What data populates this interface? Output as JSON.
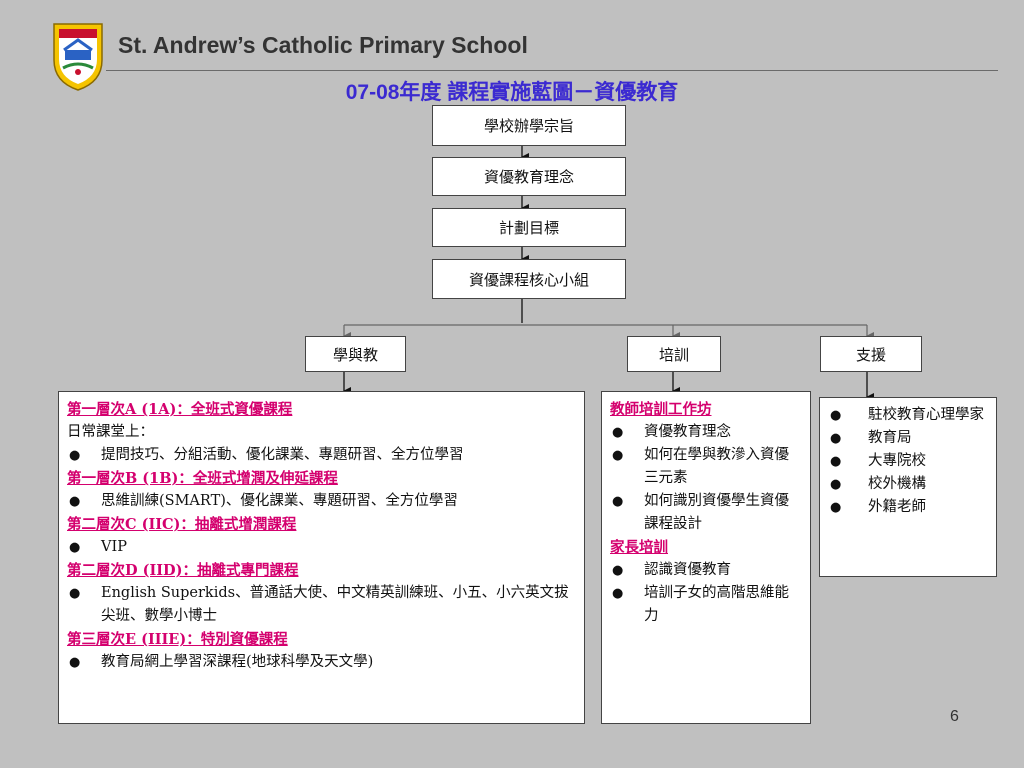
{
  "header": {
    "school_name": "St. Andrew’s Catholic Primary School",
    "title": "07-08年度  課程實施藍圖－資優教育"
  },
  "flow": {
    "step1": "學校辦學宗旨",
    "step2": "資優教育理念",
    "step3": "計劃目標",
    "step4": "資優課程核心小組"
  },
  "branches": {
    "teaching": "學與教",
    "training": "培訓",
    "support": "支援"
  },
  "teaching_panel": {
    "h1": "第一層次A (1A)：全班式資優課程",
    "t1": "日常課堂上：",
    "b1": "提問技巧、分組活動、優化課業、專題研習、全方位學習",
    "h2": "第一層次B (1B)：全班式增潤及伸延課程",
    "b2": "思維訓練(SMART)、優化課業、專題研習、全方位學習",
    "h3": "第二層次C (IIC)：抽離式增潤課程",
    "b3": "VIP",
    "h4": "第二層次D (IID)：抽離式專門課程",
    "b4": "English Superkids、普通話大使、中文精英訓練班、小五、小六英文拔尖班、數學小博士",
    "h5": "第三層次E (IIIE)：特別資優課程",
    "b5": "教育局網上學習深課程(地球科學及天文學)"
  },
  "training_panel": {
    "h1": "教師培訓工作坊",
    "b1": "資優教育理念",
    "b2": "如何在學與教滲入資優三元素",
    "b3": "如何識別資優學生資優課程設計",
    "h2": "家長培訓",
    "b4": "認識資優教育",
    "b5": "培訓子女的高階思維能力"
  },
  "support_panel": {
    "b1": "駐校教育心理學家",
    "b2": "教育局",
    "b3": "大專院校",
    "b4": "校外機構",
    "b5": "外籍老師"
  },
  "page_number": "6",
  "colors": {
    "background": "#c0c0c0",
    "title": "#3b2ad1",
    "level_heading": "#d4006e"
  }
}
